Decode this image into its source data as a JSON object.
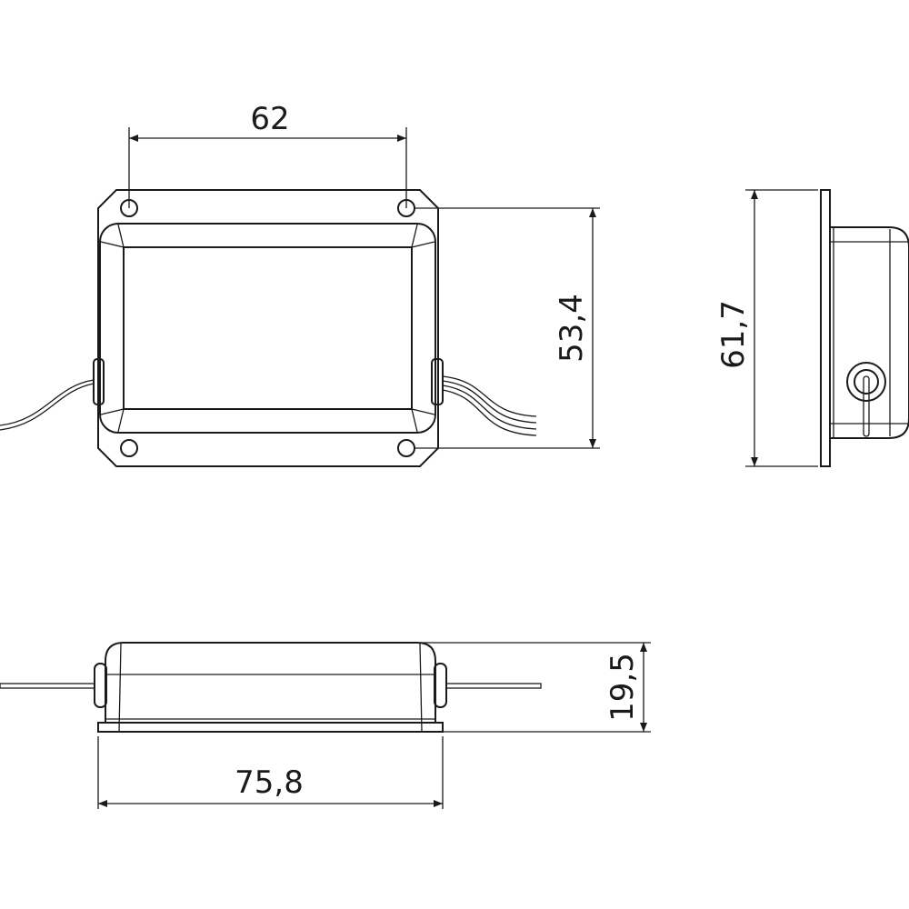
{
  "drawing": {
    "views": [
      "top-view",
      "side-view",
      "front-view"
    ],
    "dimensions": {
      "hole_spacing": "62",
      "hole_spacing_vertical": "53,4",
      "overall_height": "61,7",
      "depth": "19,5",
      "overall_width": "75,8"
    },
    "line_color": "#1a1a1a",
    "background": "#ffffff"
  }
}
